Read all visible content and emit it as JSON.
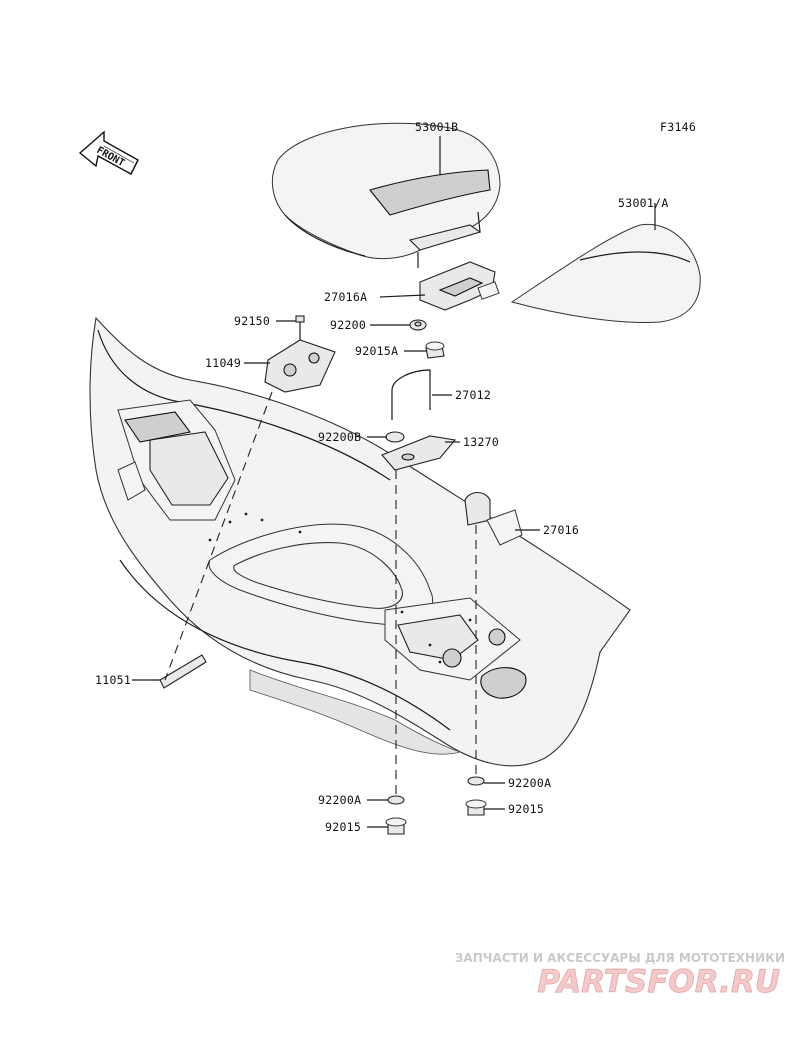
{
  "figure_code": "F3146",
  "front_arrow_label": "FRONT",
  "parts": {
    "p53001B": "53001B",
    "p53001A": "53001/A",
    "p27016A": "27016A",
    "p92200": "92200",
    "p92015A": "92015A",
    "p92150": "92150",
    "p11049": "11049",
    "p27012": "27012",
    "p92200B": "92200B",
    "p13270": "13270",
    "p27016": "27016",
    "p11051": "11051",
    "p92200A_left": "92200A",
    "p92015_left": "92015",
    "p92200A_right": "92200A",
    "p92015_right": "92015"
  },
  "watermark": {
    "tagline": "ЗАПЧАСТИ И АКСЕССУАРЫ ДЛЯ МОТОТЕХНИКИ",
    "logo": "PARTSFOR.RU"
  }
}
